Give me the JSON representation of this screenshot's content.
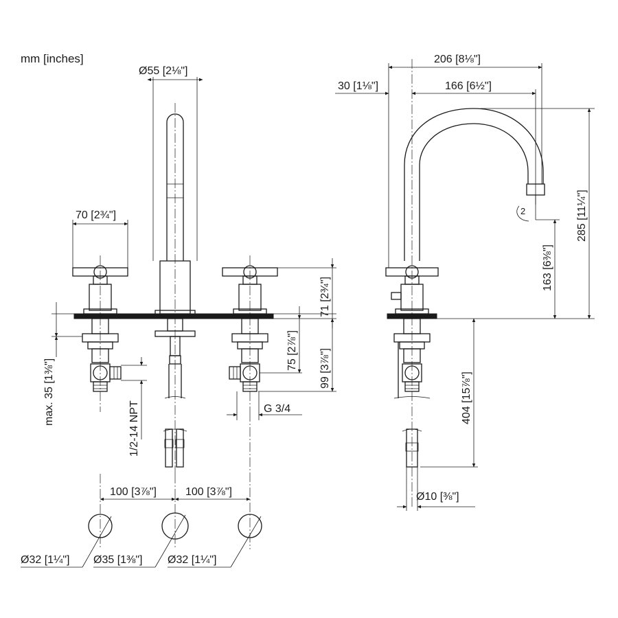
{
  "units": "mm [inches]",
  "front_view": {
    "spout_diameter": "Ø55 [2⅛\"]",
    "handle_width": "70 [2¾\"]",
    "max_deck": "max. 35 [1⅜\"]",
    "thread_npt": "1/2-14 NPT",
    "handle_height": "71 [2¾\"]",
    "valve_depth": "75 [2⅞\"]",
    "valve_depth_total": "99 [3⅞\"]",
    "thread_g": "G 3/4",
    "spacing_left": "100 [3⅞\"]",
    "spacing_right": "100 [3⅞\"]"
  },
  "hole_diameters": {
    "left": "Ø32 [1¼\"]",
    "center": "Ø35 [1⅜\"]",
    "right": "Ø32 [1¼\"]"
  },
  "side_view": {
    "overall_reach": "206 [8⅛\"]",
    "base_offset": "30 [1⅛\"]",
    "spout_reach": "166 [6½\"]",
    "overall_height": "285 [11¼\"]",
    "spout_height": "163 [6⅜\"]",
    "hose_length": "404 [15⅞\"]",
    "hose_diameter": "Ø10 [⅜\"]",
    "aerator_mark": "2"
  }
}
